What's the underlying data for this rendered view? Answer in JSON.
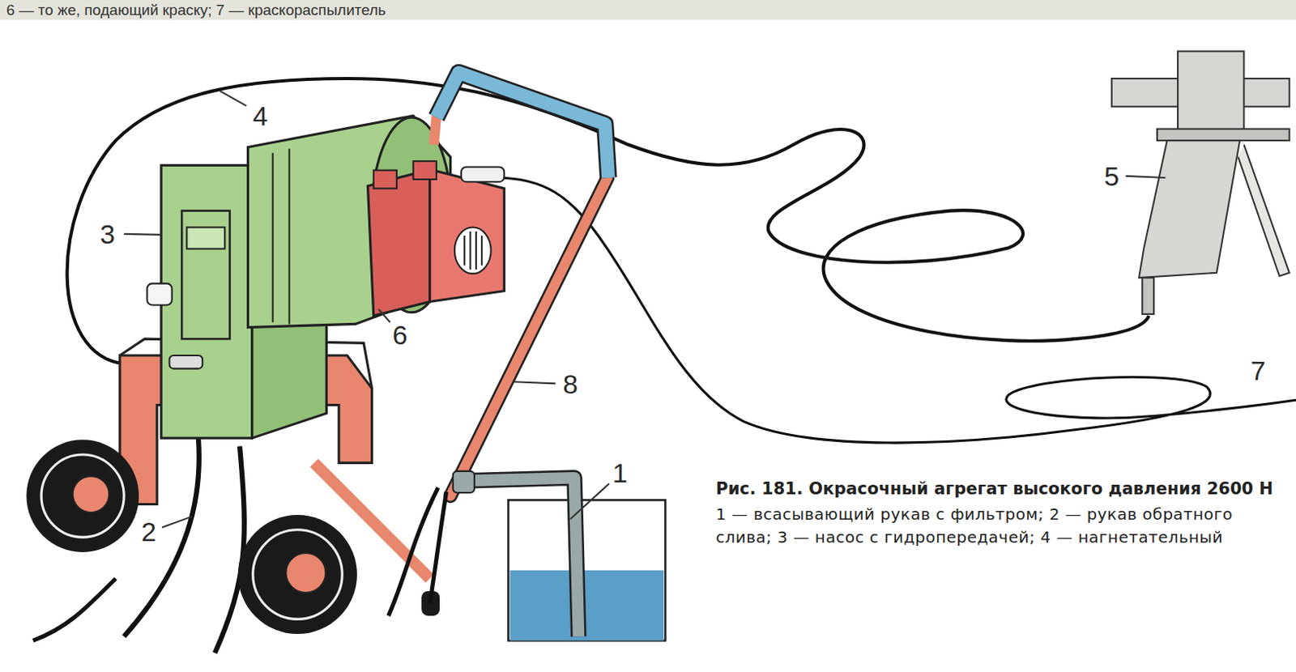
{
  "diagram": {
    "title": "Рис. 181. Окрасочный агрегат высокого давления 2600 Н",
    "caption": "1 — всасывающий рукав с фильтром; 2 — рукав обратного слива; 3 — насос с гидропередачей; 4 — нагнетательный",
    "labels": [
      "6 — то же, подающий краску; 7 — краскораспылитель",
      "1",
      "2",
      "3",
      "4",
      "5",
      "6",
      "7",
      "8"
    ]
  }
}
